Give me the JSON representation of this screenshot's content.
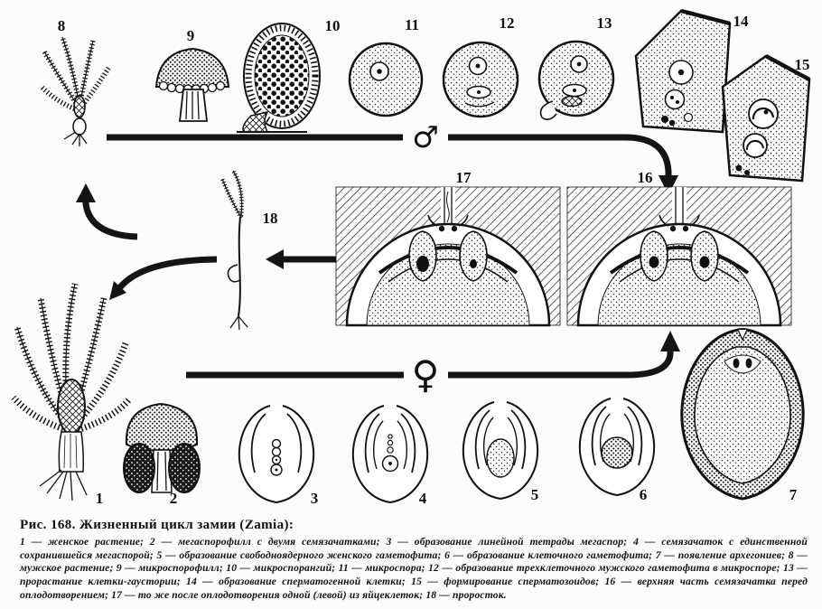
{
  "fig": {
    "caption": "Рис. 168. Жизненный цикл замии (Zamia):",
    "symbols": {
      "male": "♂",
      "female": "♀"
    },
    "labels": {
      "n1": "1",
      "n2": "2",
      "n3": "3",
      "n4": "4",
      "n5": "5",
      "n6": "6",
      "n7": "7",
      "n8": "8",
      "n9": "9",
      "n10": "10",
      "n11": "11",
      "n12": "12",
      "n13": "13",
      "n14": "14",
      "n15": "15",
      "n16": "16",
      "n17": "17",
      "n18": "18"
    },
    "legend": [
      "1 — женское растение",
      "2 — мегаспорофилл с двумя семязачатками",
      "3 — образование линейной тетрады мегаспор",
      "4 — семязачаток с единственной сохранившейся мегаспорой",
      "5 — образование свободноядерного женского гаметофита",
      "6 — образование клеточного гаметофита",
      "7 — появление архегониев",
      "8 — мужское растение",
      "9 — микроспорофилл",
      "10 — микроспорангий",
      "11 — микроспора",
      "12 — образование трехклеточного мужского гаметофита в микроспоре",
      "13 — прорастание клетки-гаустории",
      "14 — образование сперматогенной клетки",
      "15 — формирование сперматозоидов",
      "16 — верхняя часть семязачатка перед оплодотворением",
      "17 — то же после оплодотворения одной (левой) из яйцеклеток",
      "18 — проросток"
    ]
  }
}
